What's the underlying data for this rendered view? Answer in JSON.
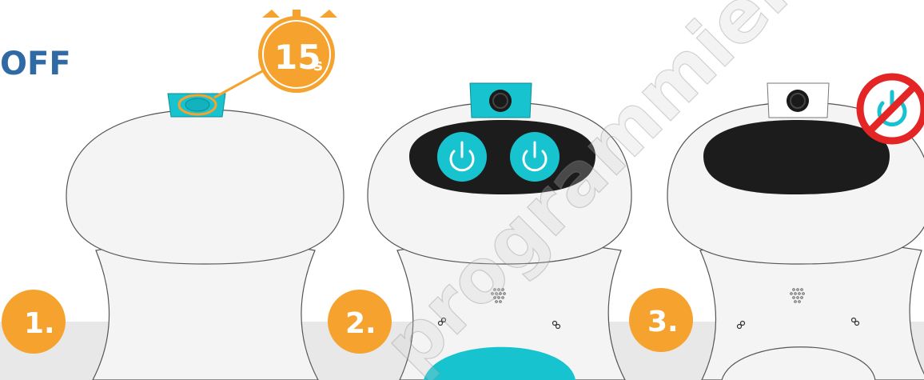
{
  "title": "OFF",
  "timer": {
    "text": "15",
    "unit": "s"
  },
  "steps": [
    {
      "number": "1."
    },
    {
      "number": "2."
    },
    {
      "number": "3."
    }
  ],
  "watermark": "programmieren.de",
  "colors": {
    "title": "#2f6aa4",
    "orange": "#f5a32e",
    "teal": "#16c3cf",
    "body": "#f2f2f2",
    "outline": "#555555",
    "floor": "#e8e8e8",
    "screen": "#1c1c1c",
    "prohibit": "#e42525"
  }
}
